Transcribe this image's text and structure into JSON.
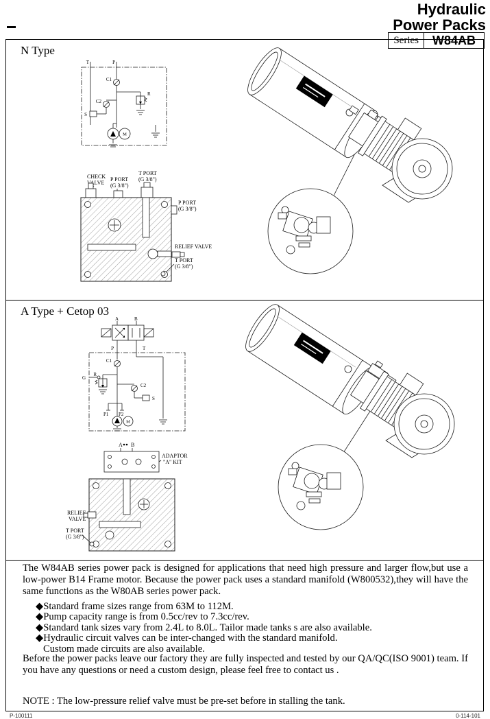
{
  "header": {
    "title_line1": "Hydraulic",
    "title_line2": "Power Packs",
    "series_label": "Series",
    "series_value": "W84AB"
  },
  "n_type": {
    "heading": "N Type",
    "circuit": {
      "t": "T",
      "p": "P",
      "c1": "C1",
      "c2": "C2",
      "r": "R",
      "s": "S",
      "m": "M"
    },
    "manifold": {
      "check_valve_1": "CHECK",
      "check_valve_2": "VALVE",
      "p_port_top_1": "P PORT",
      "p_port_top_2": "(G 3/8\")",
      "t_port_top_1": "T PORT",
      "t_port_top_2": "(G 3/8\")",
      "p_port_right_1": "P PORT",
      "p_port_right_2": "(G 3/8\")",
      "relief_valve": "RELIEF VALVE",
      "t_port_bottom_1": "T PORT",
      "t_port_bottom_2": "(G 3/8\")"
    }
  },
  "a_type": {
    "heading": "A Type + Cetop 03",
    "circuit": {
      "a": "A",
      "b": "B",
      "p": "P",
      "t": "T",
      "g": "G",
      "c1": "C1",
      "c2": "C2",
      "r": "R",
      "s": "S",
      "p1": "P1",
      "p2": "P2",
      "m": "M"
    },
    "manifold": {
      "port_a": "A",
      "port_b": "B",
      "adaptor_1": "ADAPTOR",
      "adaptor_2": "\"A\" KIT",
      "relief_1": "RELIEF",
      "relief_2": "VALVE",
      "t_port_1": "T PORT",
      "t_port_2": "(G 3/8\")"
    }
  },
  "body": {
    "para1": "The W84AB series power pack is designed for applications that need high pressure and larger flow,but use a low-power B14 Frame motor. Because the power pack  uses a standard manifold (W800532),they will have the same functions as the W80AB series power pack.",
    "bullets": [
      "◆Standard frame sizes range from 63M to 112M.",
      "◆Pump capacity range is from 0.5cc/rev to 7.3cc/rev.",
      "◆Standard tank sizes vary from 2.4L to 8.0L. Tailor made tanks s are also available.",
      "◆Hydraulic circuit valves can be inter-changed with the standard manifold.",
      "Custom made circuits are also available."
    ],
    "para2": "Before the power packs leave our factory they are fully inspected and tested by our QA/QC(ISO 9001) team. If you have any questions or need a custom design, please feel free to contact us .",
    "note": "NOTE : The low-pressure relief valve must be pre-set before in stalling the tank."
  },
  "page": {
    "footer_left": "P-100111",
    "footer_right": "0-114-101"
  }
}
